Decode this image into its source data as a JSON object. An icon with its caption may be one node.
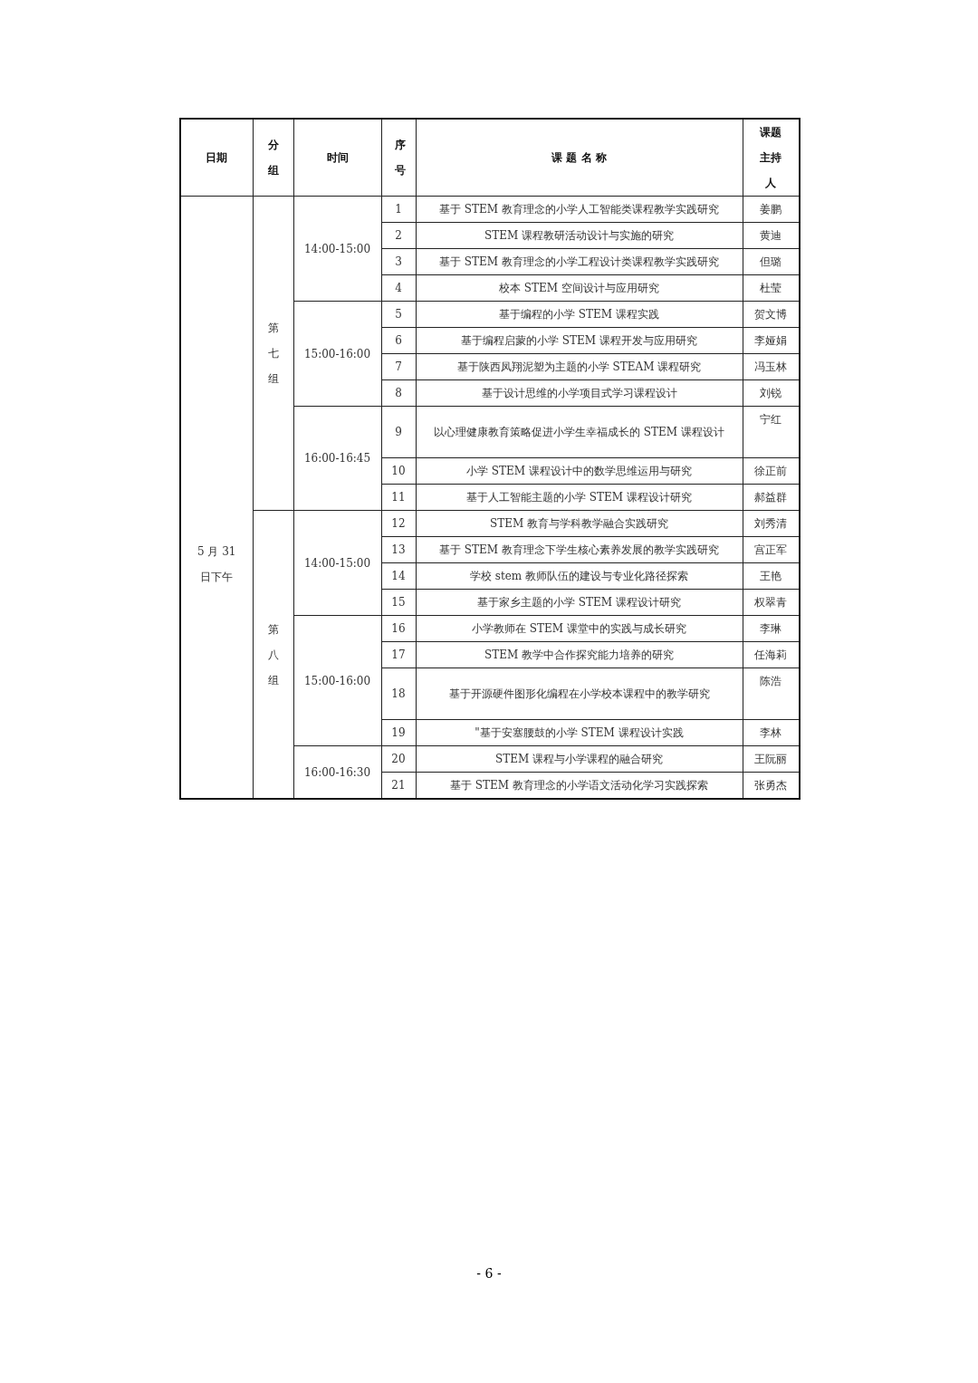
{
  "diagram": {
    "labels": [
      "日期",
      "分组",
      "时间",
      "序号",
      "课 题 名 称",
      "课题主持人",
      "5 月 31 日下午",
      "第七组",
      "14:00-15:00",
      "1",
      "基于 STEM 教育理念的小学人工智能类课程教学实践研究",
      "姜鹏",
      "2",
      "STEM 课程教研活动设计与实施的研究",
      "黄迪",
      "3",
      "基于 STEM 教育理念的小学工程设计类课程教学实践研究",
      "但璐",
      "4",
      "校本 STEM 空间设计与应用研究",
      "杜莹",
      "15:00-16:00",
      "5",
      "基于编程的小学 STEM 课程实践",
      "贺文博",
      "6",
      "基于编程启蒙的小学 STEM 课程开发与应用研究",
      "李娅娟",
      "7",
      "基于陕西凤翔泥塑为主题的小学 STEAM 课程研究",
      "冯玉林",
      "8",
      "基于设计思维的小学项目式学习课程设计",
      "刘锐",
      "16:00-16:45",
      "9",
      "以心理健康教育策略促进小学生幸福成长的 STEM 课程设计",
      "宁红",
      "10",
      "小学 STEM 课程设计中的数学思维运用与研究",
      "徐正前",
      "11",
      "基于人工智能主题的小学 STEM 课程设计研究",
      "郝益群",
      "第八组",
      "14:00-15:00",
      "12",
      "STEM 教育与学科教学融合实践研究",
      "刘秀清",
      "13",
      "基于 STEM 教育理念下学生核心素养发展的教学实践研究",
      "宫正军",
      "14",
      "学校 stem 教师队伍的建设与专业化路径探索",
      "王艳",
      "15",
      "基于家乡主题的小学 STEM 课程设计研究",
      "权翠青",
      "15:00-16:00",
      "16",
      "小学教师在 STEM 课堂中的实践与成长研究",
      "李琳",
      "17",
      "STEM 教学中合作探究能力培养的研究",
      "任海莉",
      "18",
      "基于开源硬件图形化编程在小学校本课程中的教学研究",
      "陈浩",
      "19",
      "\"基于安塞腰鼓的小学 STEM 课程设计实践",
      "李林",
      "16:00-16:30",
      "20",
      "STEM 课程与小学课程的融合研究",
      "王阮丽",
      "21",
      "基于 STEM 教育理念的小学语文活动化学习实践探索",
      "张勇杰",
      "- 6 -"
    ]
  }
}
